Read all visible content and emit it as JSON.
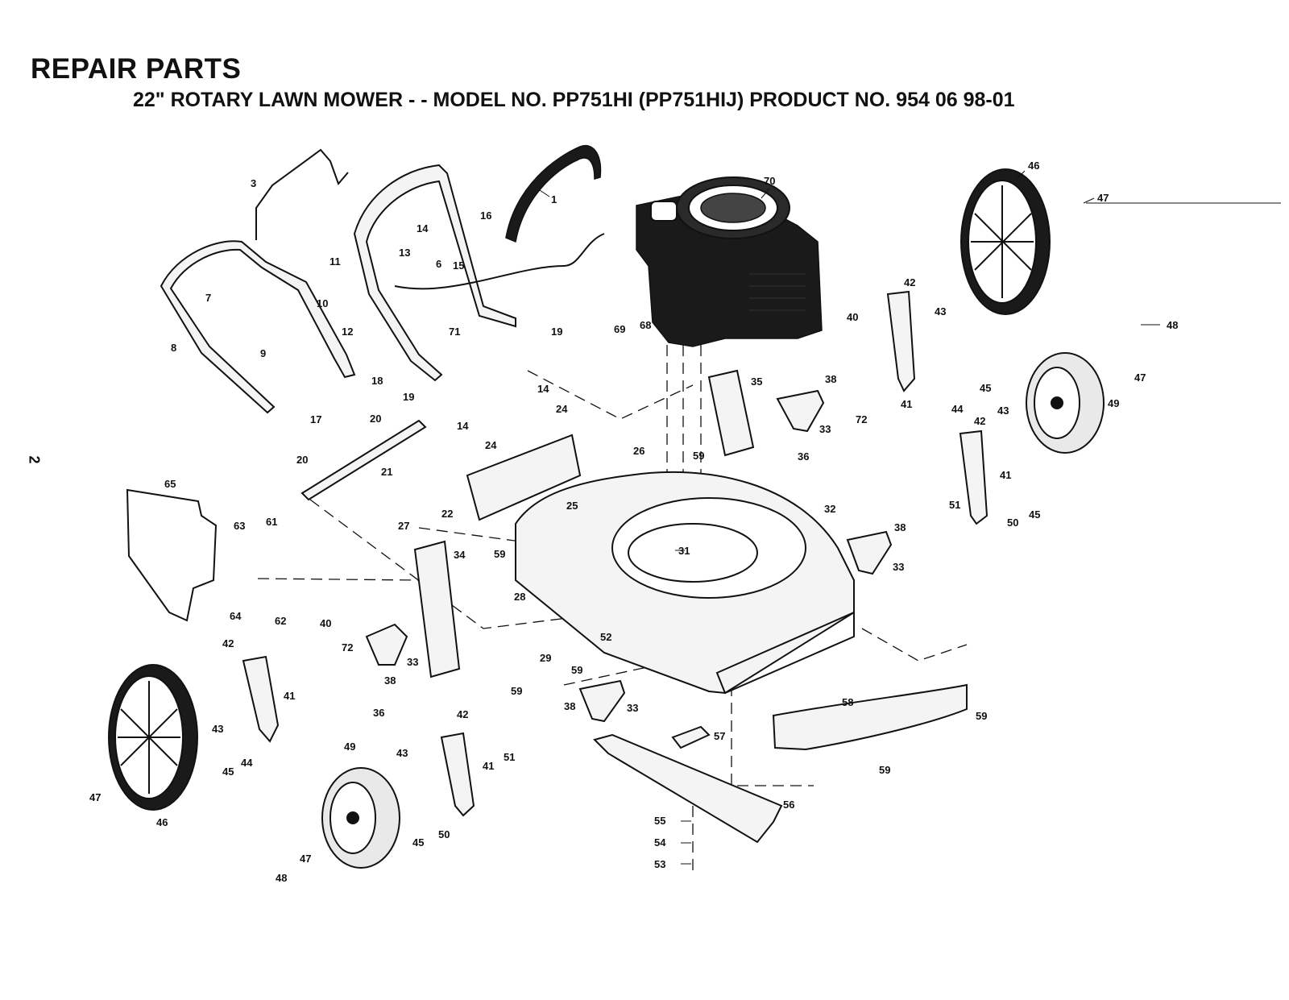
{
  "header": {
    "title": "REPAIR PARTS",
    "subtitle": "22\" ROTARY LAWN MOWER - - MODEL NO. PP751HI (PP751HIJ) PRODUCT NO. 954 06 98-01"
  },
  "page_number": "2",
  "callouts": [
    {
      "id": "c1",
      "label": "1"
    },
    {
      "id": "c3",
      "label": "3"
    },
    {
      "id": "c6",
      "label": "6"
    },
    {
      "id": "c7",
      "label": "7"
    },
    {
      "id": "c8",
      "label": "8"
    },
    {
      "id": "c9",
      "label": "9"
    },
    {
      "id": "c10",
      "label": "10"
    },
    {
      "id": "c11",
      "label": "11"
    },
    {
      "id": "c12",
      "label": "12"
    },
    {
      "id": "c13",
      "label": "13"
    },
    {
      "id": "c14a",
      "label": "14"
    },
    {
      "id": "c14b",
      "label": "14"
    },
    {
      "id": "c14c",
      "label": "14"
    },
    {
      "id": "c15",
      "label": "15"
    },
    {
      "id": "c16",
      "label": "16"
    },
    {
      "id": "c17",
      "label": "17"
    },
    {
      "id": "c18",
      "label": "18"
    },
    {
      "id": "c19a",
      "label": "19"
    },
    {
      "id": "c19b",
      "label": "19"
    },
    {
      "id": "c20a",
      "label": "20"
    },
    {
      "id": "c20b",
      "label": "20"
    },
    {
      "id": "c21",
      "label": "21"
    },
    {
      "id": "c22",
      "label": "22"
    },
    {
      "id": "c24a",
      "label": "24"
    },
    {
      "id": "c24b",
      "label": "24"
    },
    {
      "id": "c25",
      "label": "25"
    },
    {
      "id": "c26",
      "label": "26"
    },
    {
      "id": "c27",
      "label": "27"
    },
    {
      "id": "c28",
      "label": "28"
    },
    {
      "id": "c29",
      "label": "29"
    },
    {
      "id": "c31",
      "label": "31"
    },
    {
      "id": "c32",
      "label": "32"
    },
    {
      "id": "c33a",
      "label": "33"
    },
    {
      "id": "c33b",
      "label": "33"
    },
    {
      "id": "c33c",
      "label": "33"
    },
    {
      "id": "c33d",
      "label": "33"
    },
    {
      "id": "c34",
      "label": "34"
    },
    {
      "id": "c35",
      "label": "35"
    },
    {
      "id": "c36a",
      "label": "36"
    },
    {
      "id": "c36b",
      "label": "36"
    },
    {
      "id": "c38a",
      "label": "38"
    },
    {
      "id": "c38b",
      "label": "38"
    },
    {
      "id": "c38c",
      "label": "38"
    },
    {
      "id": "c38d",
      "label": "38"
    },
    {
      "id": "c40a",
      "label": "40"
    },
    {
      "id": "c40b",
      "label": "40"
    },
    {
      "id": "c41a",
      "label": "41"
    },
    {
      "id": "c41b",
      "label": "41"
    },
    {
      "id": "c41c",
      "label": "41"
    },
    {
      "id": "c41d",
      "label": "41"
    },
    {
      "id": "c42a",
      "label": "42"
    },
    {
      "id": "c42b",
      "label": "42"
    },
    {
      "id": "c42c",
      "label": "42"
    },
    {
      "id": "c42d",
      "label": "42"
    },
    {
      "id": "c43a",
      "label": "43"
    },
    {
      "id": "c43b",
      "label": "43"
    },
    {
      "id": "c43c",
      "label": "43"
    },
    {
      "id": "c43d",
      "label": "43"
    },
    {
      "id": "c44a",
      "label": "44"
    },
    {
      "id": "c44b",
      "label": "44"
    },
    {
      "id": "c45a",
      "label": "45"
    },
    {
      "id": "c45b",
      "label": "45"
    },
    {
      "id": "c45c",
      "label": "45"
    },
    {
      "id": "c45d",
      "label": "45"
    },
    {
      "id": "c46a",
      "label": "46"
    },
    {
      "id": "c46b",
      "label": "46"
    },
    {
      "id": "c47a",
      "label": "47"
    },
    {
      "id": "c47b",
      "label": "47"
    },
    {
      "id": "c47c",
      "label": "47"
    },
    {
      "id": "c47d",
      "label": "47"
    },
    {
      "id": "c48a",
      "label": "48"
    },
    {
      "id": "c48b",
      "label": "48"
    },
    {
      "id": "c49a",
      "label": "49"
    },
    {
      "id": "c49b",
      "label": "49"
    },
    {
      "id": "c50a",
      "label": "50"
    },
    {
      "id": "c50b",
      "label": "50"
    },
    {
      "id": "c51a",
      "label": "51"
    },
    {
      "id": "c51b",
      "label": "51"
    },
    {
      "id": "c52",
      "label": "52"
    },
    {
      "id": "c53",
      "label": "53"
    },
    {
      "id": "c54",
      "label": "54"
    },
    {
      "id": "c55",
      "label": "55"
    },
    {
      "id": "c56",
      "label": "56"
    },
    {
      "id": "c57",
      "label": "57"
    },
    {
      "id": "c58",
      "label": "58"
    },
    {
      "id": "c59a",
      "label": "59"
    },
    {
      "id": "c59b",
      "label": "59"
    },
    {
      "id": "c59c",
      "label": "59"
    },
    {
      "id": "c59d",
      "label": "59"
    },
    {
      "id": "c59e",
      "label": "59"
    },
    {
      "id": "c59f",
      "label": "59"
    },
    {
      "id": "c59g",
      "label": "59"
    },
    {
      "id": "c61",
      "label": "61"
    },
    {
      "id": "c62",
      "label": "62"
    },
    {
      "id": "c63",
      "label": "63"
    },
    {
      "id": "c64",
      "label": "64"
    },
    {
      "id": "c65",
      "label": "65"
    },
    {
      "id": "c68",
      "label": "68"
    },
    {
      "id": "c69",
      "label": "69"
    },
    {
      "id": "c70",
      "label": "70"
    },
    {
      "id": "c71",
      "label": "71"
    },
    {
      "id": "c72a",
      "label": "72"
    },
    {
      "id": "c72b",
      "label": "72"
    }
  ]
}
